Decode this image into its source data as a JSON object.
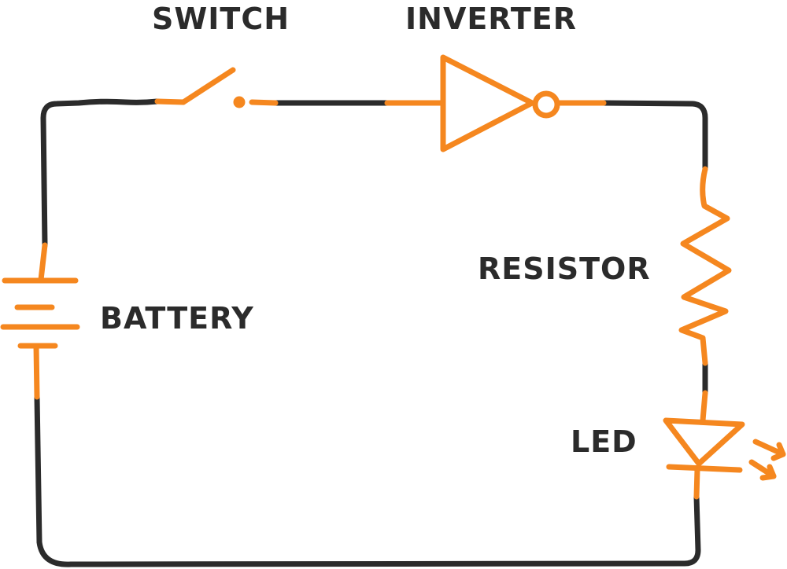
{
  "labels": {
    "switch": "SWITCH",
    "inverter": "INVERTER",
    "resistor": "RESISTOR",
    "battery": "BATTERY",
    "led": "LED"
  },
  "colors": {
    "wire": "#2b2b2b",
    "component": "#f5871f",
    "text": "#2b2b2b"
  }
}
